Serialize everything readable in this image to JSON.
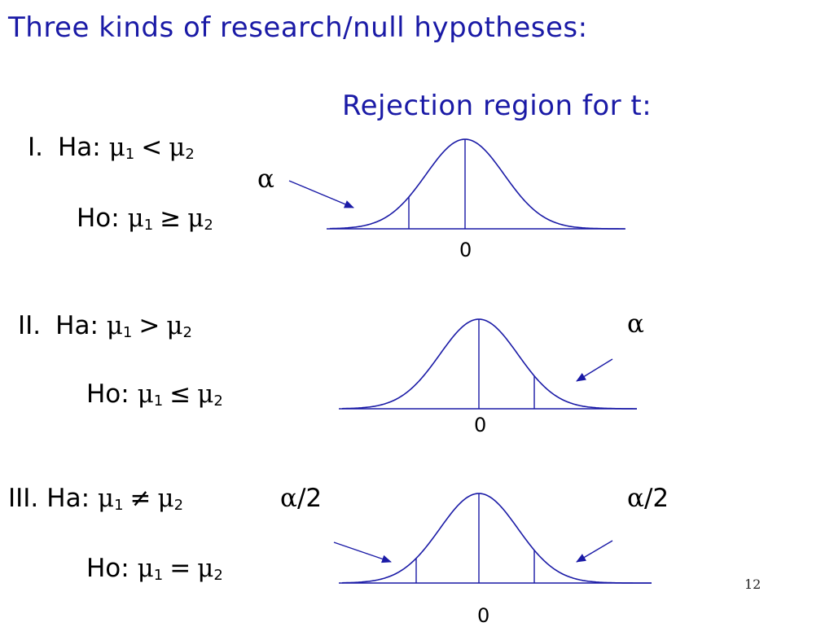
{
  "slide": {
    "title": "Three kinds of research/null hypotheses:",
    "rejection_heading": "Rejection region for t:",
    "page_number": "12",
    "text_color_accent": "#1a1aa6"
  },
  "cases": [
    {
      "numeral": "I.",
      "ha": {
        "prefix": "Ha:",
        "sym1": "μ",
        "sub1": "1",
        "op": "<",
        "sym2": "μ",
        "sub2": "2"
      },
      "ho": {
        "prefix": "Ho:",
        "sym1": "μ",
        "sub1": "1",
        "op": "≥",
        "sym2": "μ",
        "sub2": "2"
      },
      "alpha_left": "α",
      "zero": "0"
    },
    {
      "numeral": "II.",
      "ha": {
        "prefix": "Ha:",
        "sym1": "μ",
        "sub1": "1",
        "op": ">",
        "sym2": "μ",
        "sub2": "2"
      },
      "ho": {
        "prefix": "Ho:",
        "sym1": "μ",
        "sub1": "1",
        "op": "≤",
        "sym2": "μ",
        "sub2": "2"
      },
      "alpha_right": "α",
      "zero": "0"
    },
    {
      "numeral": "III.",
      "ha": {
        "prefix": "Ha:",
        "sym1": "μ",
        "sub1": "1",
        "op": "≠",
        "sym2": "μ",
        "sub2": "2"
      },
      "ho": {
        "prefix": "Ho:",
        "sym1": "μ",
        "sub1": "1",
        "op": "=",
        "sym2": "μ",
        "sub2": "2"
      },
      "alpha_left": {
        "sym": "α",
        "rest": "/2"
      },
      "alpha_right": {
        "sym": "α",
        "rest": "/2"
      },
      "zero": "0"
    }
  ]
}
